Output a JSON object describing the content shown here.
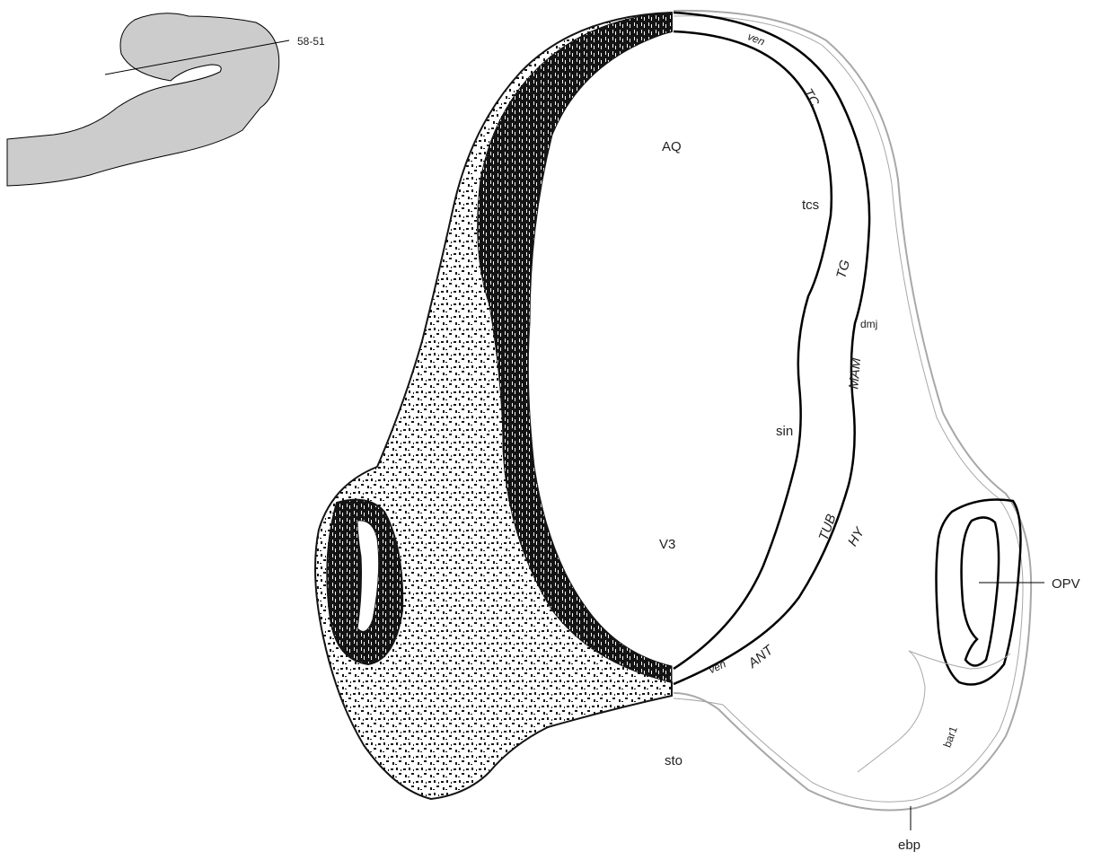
{
  "inset": {
    "section_label": "58-51"
  },
  "colors": {
    "tissue_stain": "#141414",
    "outline": "#000000",
    "surface_outline": "#a8a8a8",
    "inset_fill": "#cccccc"
  },
  "labels": {
    "aqueduct": "AQ",
    "third_ventricle": "V3",
    "stomodeum": "sto",
    "ventricular_top": "ven",
    "ventricular_bottom": "ven",
    "tegmental_cap": "TC",
    "tcs": "tcs",
    "tegmentum": "TG",
    "dmj": "dmj",
    "mammillary": "MAM",
    "sin": "sin",
    "tuberal": "TUB",
    "hypothalamus": "HY",
    "anterior": "ANT",
    "optic_vesicle": "OPV",
    "bar1": "bar1",
    "ebp": "ebp"
  }
}
